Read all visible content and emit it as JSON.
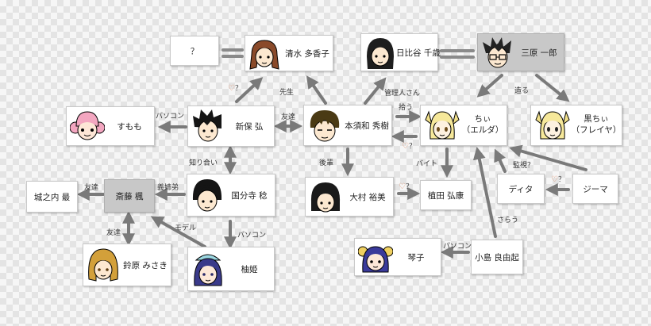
{
  "nodes": {
    "unknown": "？",
    "shimizu": "清水 多香子",
    "hibiya": "日比谷 千歳",
    "mihara_ichiro": "三原 一郎",
    "sumomo": "すもも",
    "shinbo": "新保 弘",
    "motosuwa": "本須和 秀樹",
    "chii": "ちぃ\n（エルダ）",
    "kurochii": "黒ちぃ\n（フレイヤ）",
    "jouganouchi": "城之内 最",
    "ueda_kaede": "斎藤 楓",
    "kokubunji": "国分寺 稔",
    "omura": "大村 裕美",
    "ueda_hiroyasu": "植田 弘康",
    "dita": "ディタ",
    "zima": "ジーマ",
    "suzuhara": "鈴原 みさき",
    "yuzuki": "柚姫",
    "kotoko": "琴子",
    "kojima": "小島 良由起"
  },
  "labels": {
    "pasocon1": "パソコン",
    "sensei": "先生",
    "kanrinin": "管理人さん",
    "tsukuru": "造る",
    "tomodachi1": "友達",
    "hirou": "拾う",
    "gikyodai": "義姉弟",
    "tomodachi2": "友達",
    "shiriai": "知り合い",
    "kohai": "後輩",
    "baito": "バイト",
    "kanrenQ": "監視？",
    "model": "モデル",
    "pasocon2": "パソコン",
    "tomodachi3": "友達",
    "sarau": "さらう",
    "pasocon3": "パソコン",
    "q": "？"
  },
  "colors": {
    "arrow": "#7a7a7a",
    "equal": "#8a8a8a",
    "gray_node": "#c8c8c8",
    "heart": "#e0906a"
  }
}
